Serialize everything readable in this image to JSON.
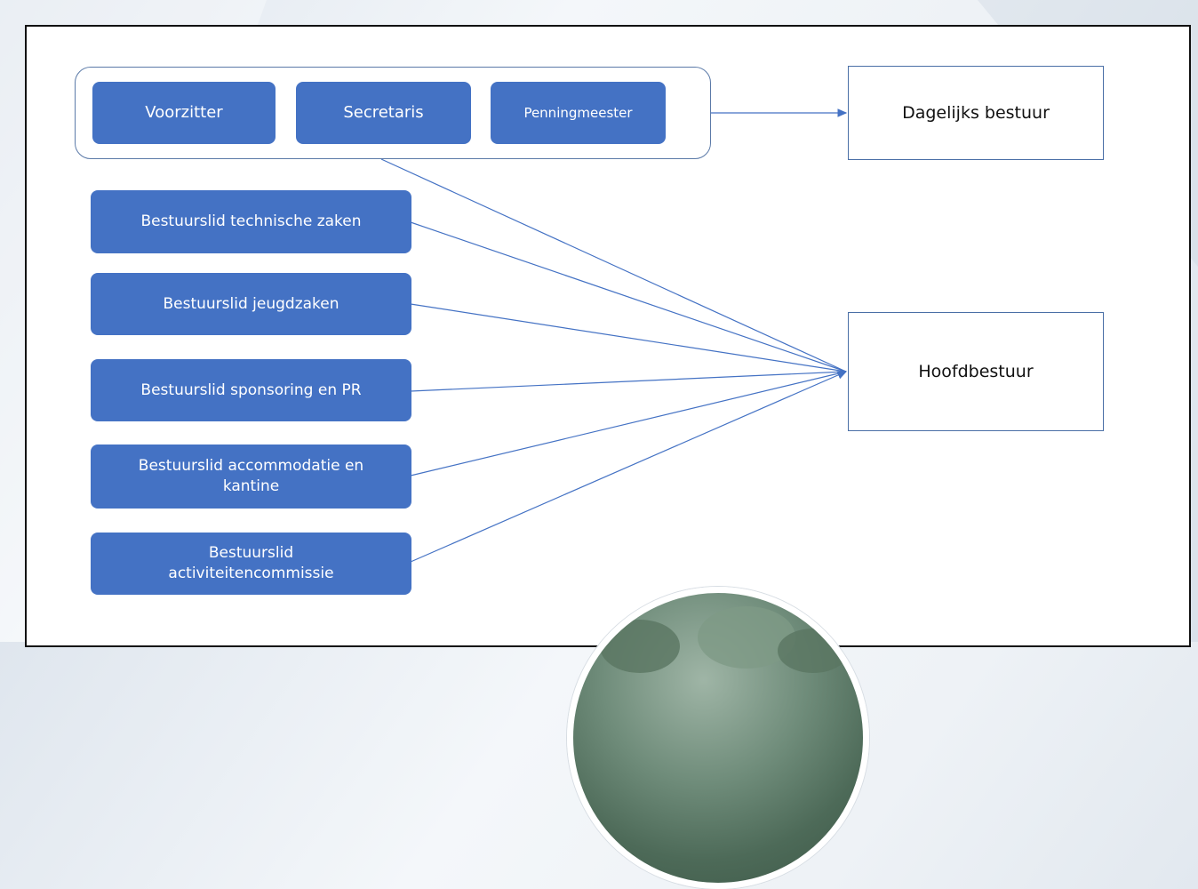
{
  "diagram": {
    "group_members": [
      {
        "id": "voorzitter",
        "label": "Voorzitter"
      },
      {
        "id": "secretaris",
        "label": "Secretaris"
      },
      {
        "id": "penningmeester",
        "label": "Penningmeester"
      }
    ],
    "board_members": [
      {
        "id": "technische",
        "label": "Bestuurslid technische zaken"
      },
      {
        "id": "jeugd",
        "label": "Bestuurslid jeugdzaken"
      },
      {
        "id": "sponsoring",
        "label": "Bestuurslid sponsoring en PR"
      },
      {
        "id": "accommodatie",
        "label": "Bestuurslid accommodatie en\nkantine"
      },
      {
        "id": "activiteiten",
        "label": "Bestuurslid\nactiviteitencommissie"
      }
    ],
    "targets": {
      "daily": "Dagelijks bestuur",
      "main": "Hoofdbestuur"
    },
    "colors": {
      "node_fill": "#4472c4",
      "line": "#4472c4"
    }
  },
  "icons": {
    "photo": "park-photo-icon"
  }
}
